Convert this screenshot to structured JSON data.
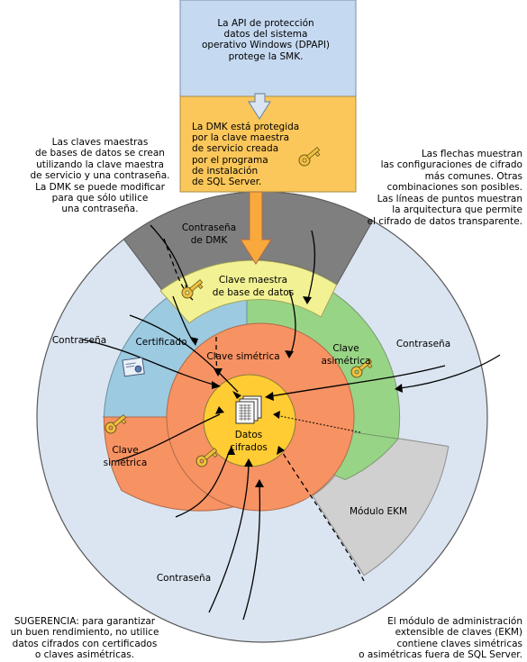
{
  "top_box": {
    "dpapi_text": "La API de protección\ndatos del sistema\noperativo Windows (DPAPI)\nprotege la SMK.",
    "dmk_text": "La DMK está protegida\npor la clave maestra\nde servicio creada\npor el programa\nde instalación\nde SQL Server."
  },
  "notes": {
    "left_top": "Las claves maestras\nde bases de datos se crean\nutilizando la clave maestra\nde servicio y una contraseña.\nLa DMK se puede modificar\npara que sólo utilice\nuna contraseña.",
    "right_top_1": "Las flechas muestran\nlas configuraciones de cifrado\nmás comunes. Otras\ncombinaciones son posibles.",
    "right_top_2": "Las líneas de puntos muestran\nla arquitectura que permite\nel cifrado de datos transparente.",
    "bottom_left": "SUGERENCIA: para garantizar\nun buen rendimiento, no utilice\ndatos cifrados con certificados\no claves asimétricas.",
    "bottom_right": "El módulo de administración\nextensible de claves (EKM)\ncontiene claves simétricas\no asimétricas fuera de SQL Server."
  },
  "labels": {
    "dmk_password": [
      "Contraseña",
      "de DMK"
    ],
    "db_master_key": [
      "Clave maestra",
      "de base de datos"
    ],
    "certificate": "Certificado",
    "asymmetric_key": [
      "Clave",
      "asimétrica"
    ],
    "symmetric_key_inner": "Clave simétrica",
    "symmetric_key_left": [
      "Clave",
      "simétrica"
    ],
    "password_left": "Contraseña",
    "password_right": "Contraseña",
    "password_bottom": "Contraseña",
    "ekm_module": "Módulo EKM",
    "encrypted_data": [
      "Datos",
      "cifrados"
    ]
  },
  "colors": {
    "dpapi_box": "#c5d9f1",
    "dmk_box": "#fbc75a",
    "outer_circle": "#dbe5f1",
    "dmk_password_sector": "#7f7f7f",
    "db_master_key_band": "#f2f294",
    "certificate_sector": "#9ccae0",
    "asymmetric_sector": "#98d485",
    "symmetric_sector": "#f79263",
    "ekm_sector": "#d0d0d0",
    "center": "#ffcc33",
    "arrow_fill": "#f9a93c"
  }
}
